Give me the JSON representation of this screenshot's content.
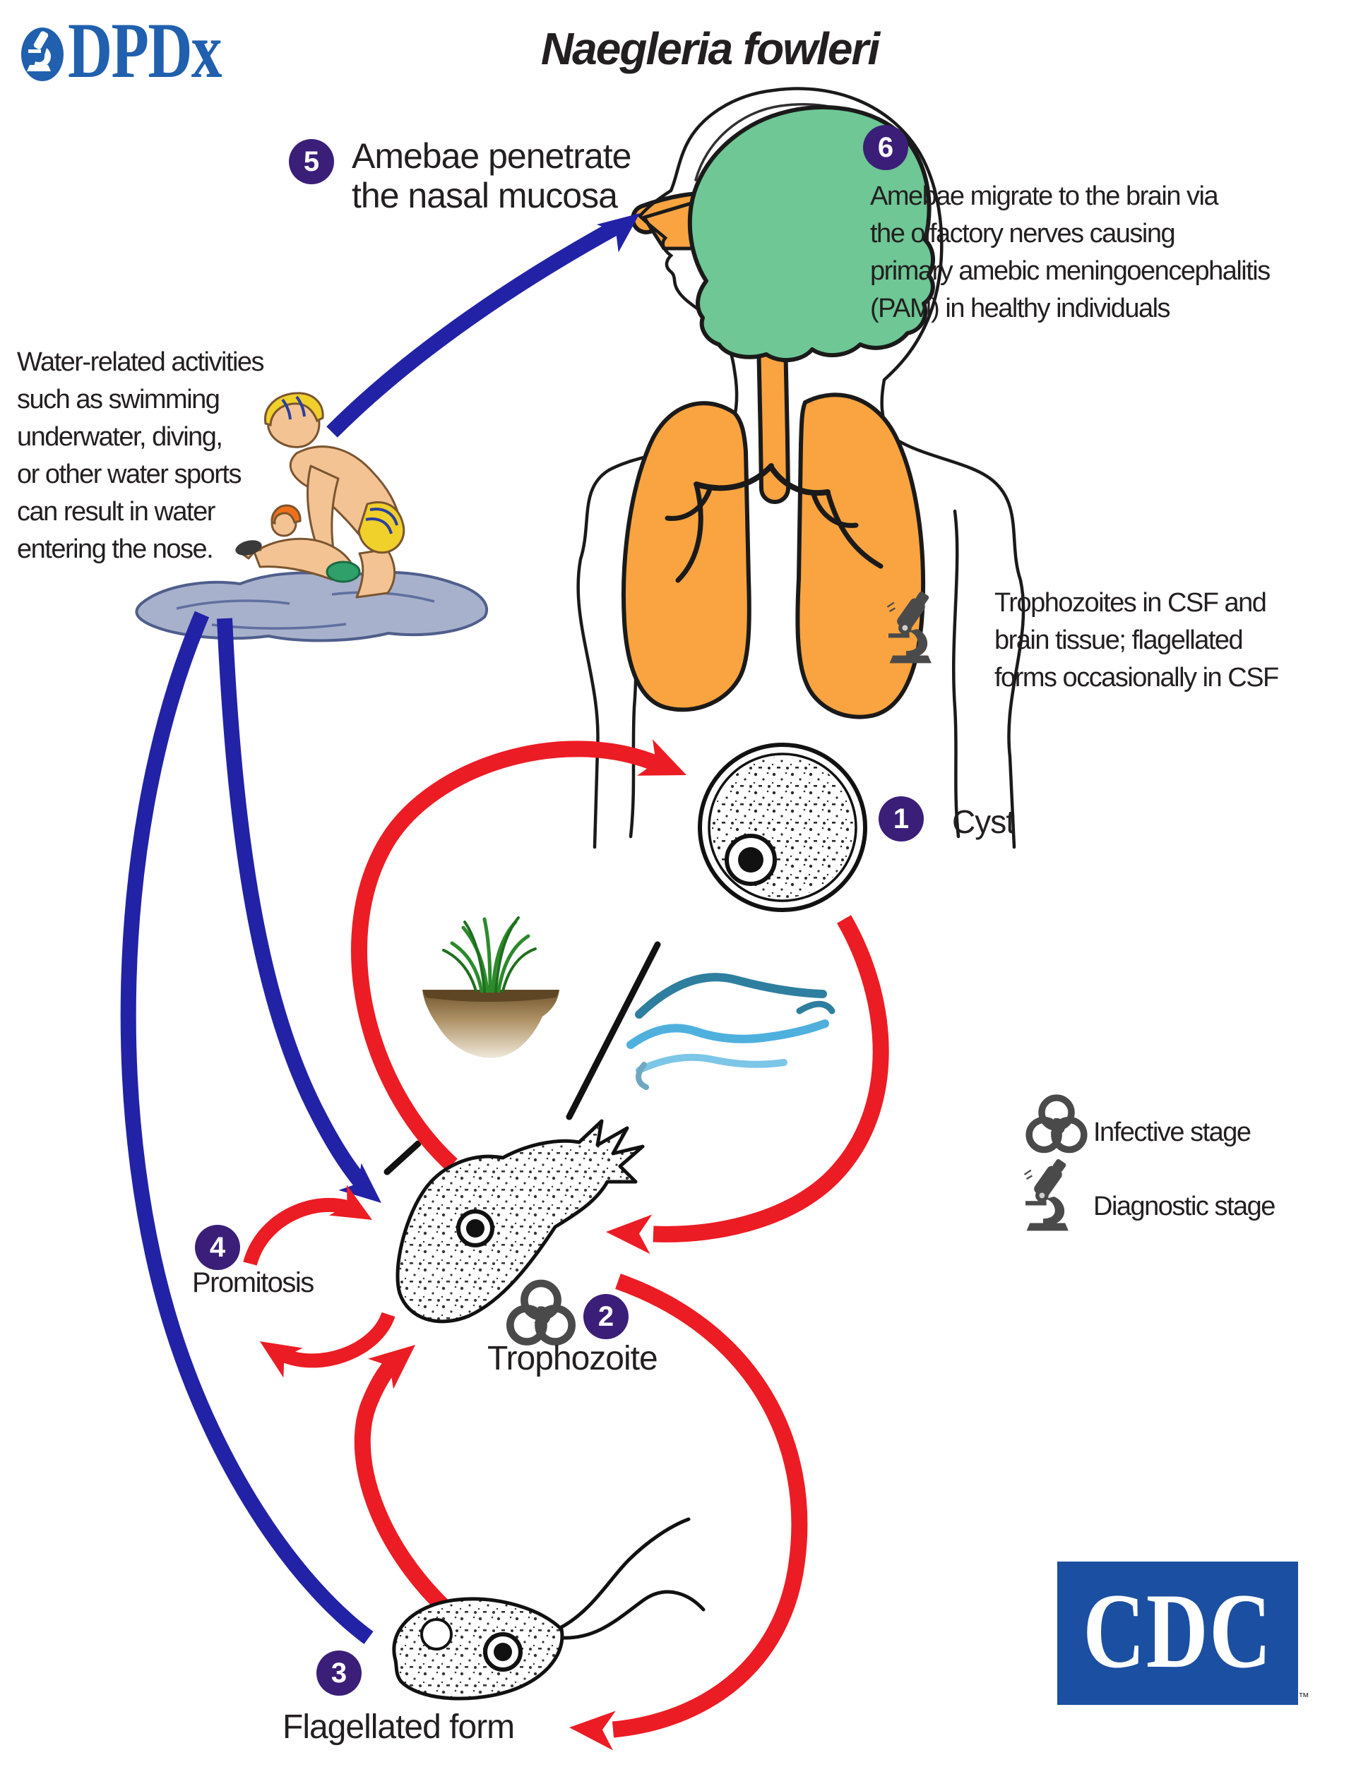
{
  "header": {
    "dpdx_logo_text": "DPDx",
    "title": "Naegleria fowleri"
  },
  "stages": {
    "cyst": {
      "number": "1",
      "label": "Cyst"
    },
    "trophozoite": {
      "number": "2",
      "label": "Trophozoite"
    },
    "flagellated": {
      "number": "3",
      "label": "Flagellated form"
    },
    "promitosis": {
      "number": "4",
      "label": "Promitosis"
    },
    "step5": {
      "number": "5",
      "text": "Amebae penetrate\nthe nasal mucosa"
    },
    "step6": {
      "number": "6",
      "text": "Amebae migrate to the brain via\nthe olfactory nerves causing\nprimary amebic meningoencephalitis\n(PAM) in healthy individuals"
    }
  },
  "annotations": {
    "water_activities": "Water-related activities\nsuch as swimming\nunderwater, diving,\nor other water sports\ncan result in water\nentering the nose.",
    "csf_note": "Trophozoites in CSF and\nbrain tissue; flagellated\nforms occasionally in CSF"
  },
  "legend": {
    "infective": {
      "icon": "biohazard-icon",
      "label": "Infective stage"
    },
    "diagnostic": {
      "icon": "microscope-icon",
      "label": "Diagnostic stage"
    }
  },
  "footer": {
    "cdc_logo_text": "CDC",
    "trademark": "™"
  },
  "colors": {
    "arrow_red": "#EC1C24",
    "arrow_blue": "#2222A6",
    "step_circle_purple": "#3B1E78",
    "brain_green": "#6EC795",
    "lung_orange": "#F9A440",
    "dpdx_blue": "#2060AE",
    "cdc_blue": "#1B4FA1",
    "icon_gray": "#4A4A4A"
  }
}
